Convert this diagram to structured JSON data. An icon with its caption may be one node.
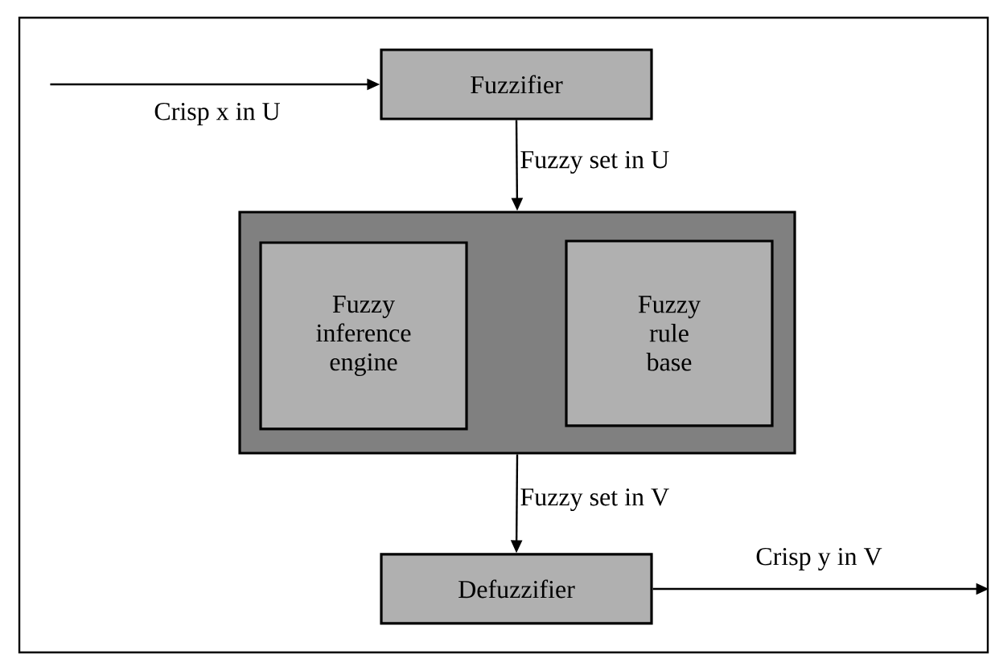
{
  "diagram": {
    "nodes": [
      {
        "text": [
          "Fuzzifier"
        ]
      },
      {
        "text": [],
        "shape": "box"
      },
      {
        "text": [
          "Fuzzy inference engine"
        ],
        "in": 1
      },
      {
        "text": [
          "Fuzzy rule base"
        ],
        "in": 1
      },
      {
        "text": [
          "Defuzzifier"
        ]
      }
    ],
    "edges": [
      {
        "from": null,
        "to": 0,
        "arrow": "to",
        "label": "Crisp x in U"
      },
      {
        "from": 0,
        "to": 1,
        "arrow": "to",
        "label": "Fuzzy set in U"
      },
      {
        "from": 1,
        "to": 4,
        "arrow": "to",
        "label": "Fuzzy set in V"
      },
      {
        "from": 4,
        "to": null,
        "arrow": "to",
        "label": "Crisp y in V"
      }
    ]
  }
}
